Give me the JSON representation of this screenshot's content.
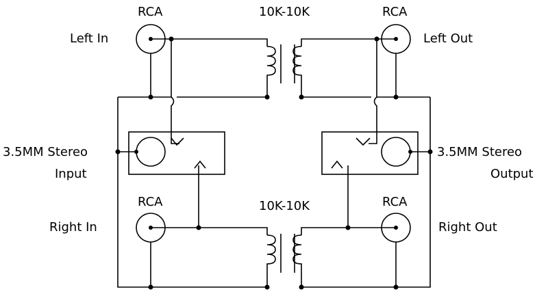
{
  "labels": {
    "rca_top_left": "RCA",
    "rca_top_right": "RCA",
    "rca_bottom_left": "RCA",
    "rca_bottom_right": "RCA",
    "transformer_top": "10K-10K",
    "transformer_bottom": "10K-10K",
    "left_in": "Left In",
    "left_out": "Left Out",
    "right_in": "Right In",
    "right_out": "Right Out",
    "input_line1": "3.5MM Stereo",
    "input_line2": "Input",
    "output_line1": "3.5MM Stereo",
    "output_line2": "Output"
  }
}
